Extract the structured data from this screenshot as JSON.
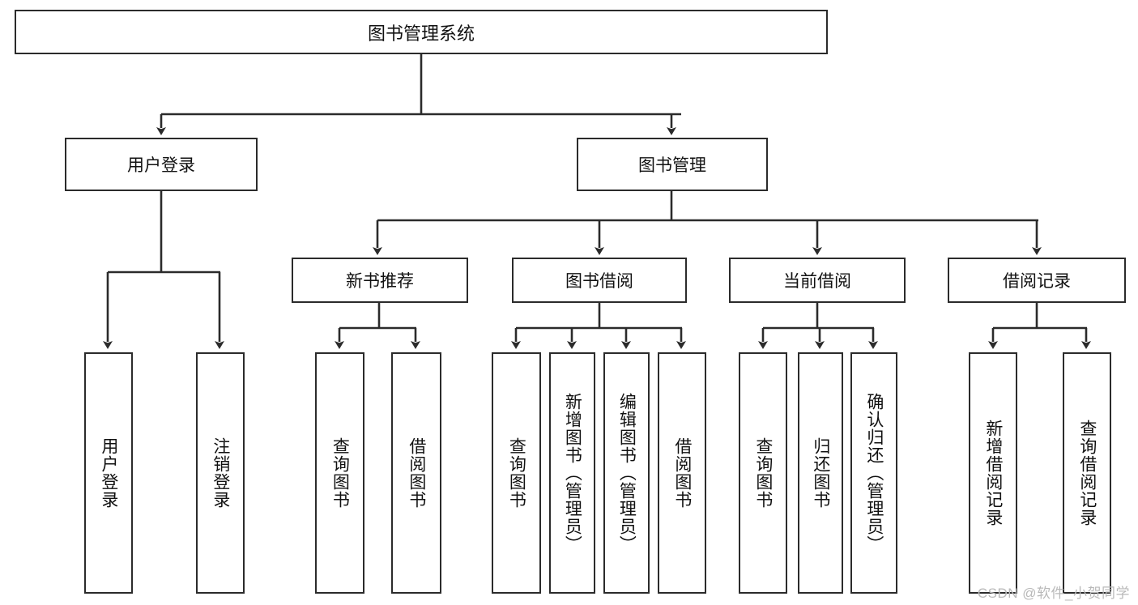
{
  "diagram": {
    "title": "图书管理系统",
    "type": "tree",
    "watermark": "CSDN @软件_小贺同学",
    "colors": {
      "box_border": "#2b2b2b",
      "box_fill": "#ffffff",
      "line": "#2b2b2b",
      "text": "#111111",
      "watermark": "#b9b9b9"
    },
    "nodes": [
      {
        "id": "root",
        "label": "图书管理系统",
        "level": 1,
        "orientation": "horizontal"
      },
      {
        "id": "login",
        "label": "用户登录",
        "level": 2,
        "orientation": "horizontal"
      },
      {
        "id": "bookmgmt",
        "label": "图书管理",
        "level": 2,
        "orientation": "horizontal"
      },
      {
        "id": "newrec",
        "label": "新书推荐",
        "level": 3,
        "orientation": "horizontal"
      },
      {
        "id": "borrow",
        "label": "图书借阅",
        "level": 3,
        "orientation": "horizontal"
      },
      {
        "id": "current",
        "label": "当前借阅",
        "level": 3,
        "orientation": "horizontal"
      },
      {
        "id": "records",
        "label": "借阅记录",
        "level": 3,
        "orientation": "horizontal"
      },
      {
        "id": "leaf1",
        "label": "用户登录",
        "level": 4,
        "orientation": "vertical"
      },
      {
        "id": "leaf2",
        "label": "注销登录",
        "level": 4,
        "orientation": "vertical"
      },
      {
        "id": "leaf3",
        "label": "查询图书",
        "level": 4,
        "orientation": "vertical"
      },
      {
        "id": "leaf4",
        "label": "借阅图书",
        "level": 4,
        "orientation": "vertical"
      },
      {
        "id": "leaf5",
        "label": "查询图书",
        "level": 4,
        "orientation": "vertical"
      },
      {
        "id": "leaf6",
        "label": "新增图书（管理员）",
        "level": 4,
        "orientation": "vertical"
      },
      {
        "id": "leaf7",
        "label": "编辑图书（管理员）",
        "level": 4,
        "orientation": "vertical"
      },
      {
        "id": "leaf8",
        "label": "借阅图书",
        "level": 4,
        "orientation": "vertical"
      },
      {
        "id": "leaf9",
        "label": "查询图书",
        "level": 4,
        "orientation": "vertical"
      },
      {
        "id": "leaf10",
        "label": "归还图书",
        "level": 4,
        "orientation": "vertical"
      },
      {
        "id": "leaf11",
        "label": "确认归还（管理员）",
        "level": 4,
        "orientation": "vertical"
      },
      {
        "id": "leaf12",
        "label": "新增借阅记录",
        "level": 4,
        "orientation": "vertical"
      },
      {
        "id": "leaf13",
        "label": "查询借阅记录",
        "level": 4,
        "orientation": "vertical"
      }
    ],
    "edges": [
      {
        "from": "root",
        "to": "login"
      },
      {
        "from": "root",
        "to": "bookmgmt"
      },
      {
        "from": "bookmgmt",
        "to": "newrec"
      },
      {
        "from": "bookmgmt",
        "to": "borrow"
      },
      {
        "from": "bookmgmt",
        "to": "current"
      },
      {
        "from": "bookmgmt",
        "to": "records"
      },
      {
        "from": "login",
        "to": "leaf1"
      },
      {
        "from": "login",
        "to": "leaf2"
      },
      {
        "from": "newrec",
        "to": "leaf3"
      },
      {
        "from": "newrec",
        "to": "leaf4"
      },
      {
        "from": "borrow",
        "to": "leaf5"
      },
      {
        "from": "borrow",
        "to": "leaf6"
      },
      {
        "from": "borrow",
        "to": "leaf7"
      },
      {
        "from": "borrow",
        "to": "leaf8"
      },
      {
        "from": "current",
        "to": "leaf9"
      },
      {
        "from": "current",
        "to": "leaf10"
      },
      {
        "from": "current",
        "to": "leaf11"
      },
      {
        "from": "records",
        "to": "leaf12"
      },
      {
        "from": "records",
        "to": "leaf13"
      }
    ]
  }
}
